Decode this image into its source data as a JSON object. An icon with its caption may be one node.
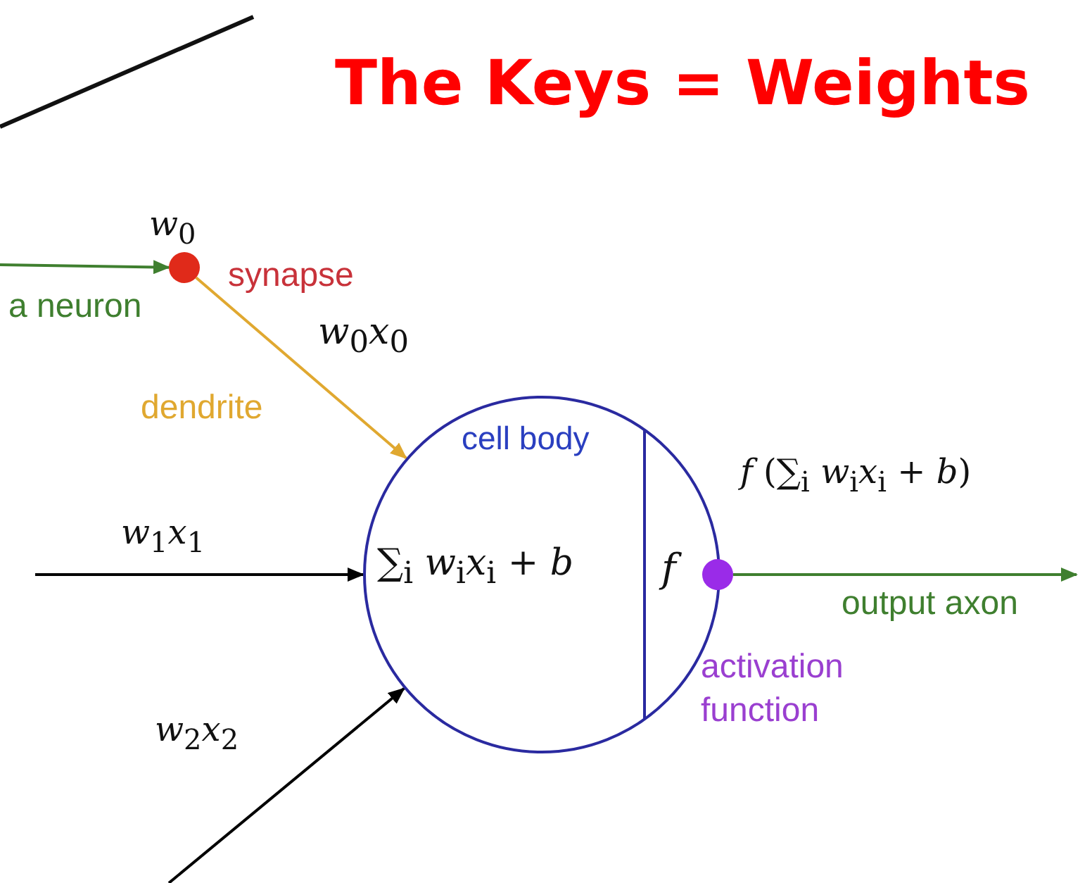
{
  "diagram": {
    "title": "The Keys = Weights",
    "nodes": [
      {
        "text": [],
        "shape": "circle",
        "beside": [
          "*w*$_{0}$",
          "synapse"
        ]
      },
      {
        "text": [
          "cell body",
          "∑$_{i}$ *w*$_{i}$*x*$_{i}$ + *b*",
          "*f*"
        ]
      },
      {
        "text": [],
        "shape": "circle"
      }
    ],
    "edges": [
      {
        "from": null,
        "to": 0,
        "arrow": "to",
        "label": "a neuron",
        "color": "#3f7f2f"
      },
      {
        "from": 0,
        "to": 1,
        "arrow": "to",
        "label": "dendrite",
        "color": "#e0a830"
      },
      {
        "from": null,
        "to": 1,
        "arrow": "to",
        "label": "*w*$_{1}$*x*$_{1}$",
        "color": "#000000"
      },
      {
        "from": null,
        "to": 1,
        "arrow": "to",
        "label": "*w*$_{2}$*x*$_{2}$",
        "color": "#000000"
      },
      {
        "from": 2,
        "to": null,
        "arrow": "to",
        "label": "output axon",
        "color": "#3f7f2f"
      }
    ],
    "labels": [
      "*w*$_{0}$*x*$_{0}$",
      "*f* (∑$_{i}$ *w*$_{i}$*x*$_{i}$ + *b*)",
      "activation function"
    ]
  }
}
